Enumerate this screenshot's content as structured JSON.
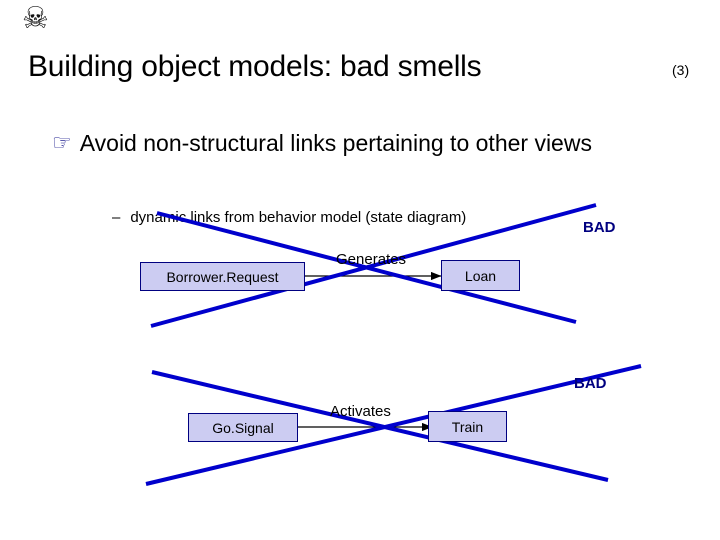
{
  "slide": {
    "corner_glyph": "☠",
    "title": "Building object models: bad smells",
    "title_count": "(3)",
    "bullets": {
      "level1_marker": "☞",
      "level1_text": "Avoid non-structural links pertaining to other views",
      "level2_dash": "–",
      "level2_text": "dynamic links from behavior model  (state diagram)"
    },
    "diagram1": {
      "source_box": "Borrower.Request",
      "target_box": "Loan",
      "relation_label": "Generates",
      "bad_label": "BAD"
    },
    "diagram2": {
      "source_box": "Go.Signal",
      "target_box": "Train",
      "relation_label": "Activates",
      "bad_label": "BAD"
    },
    "colors": {
      "box_fill": "#ccccf2",
      "box_border": "#000080",
      "cross_line": "#0000cc",
      "bad_text": "#000080",
      "bullet_marker": "#1f1f8f"
    }
  }
}
